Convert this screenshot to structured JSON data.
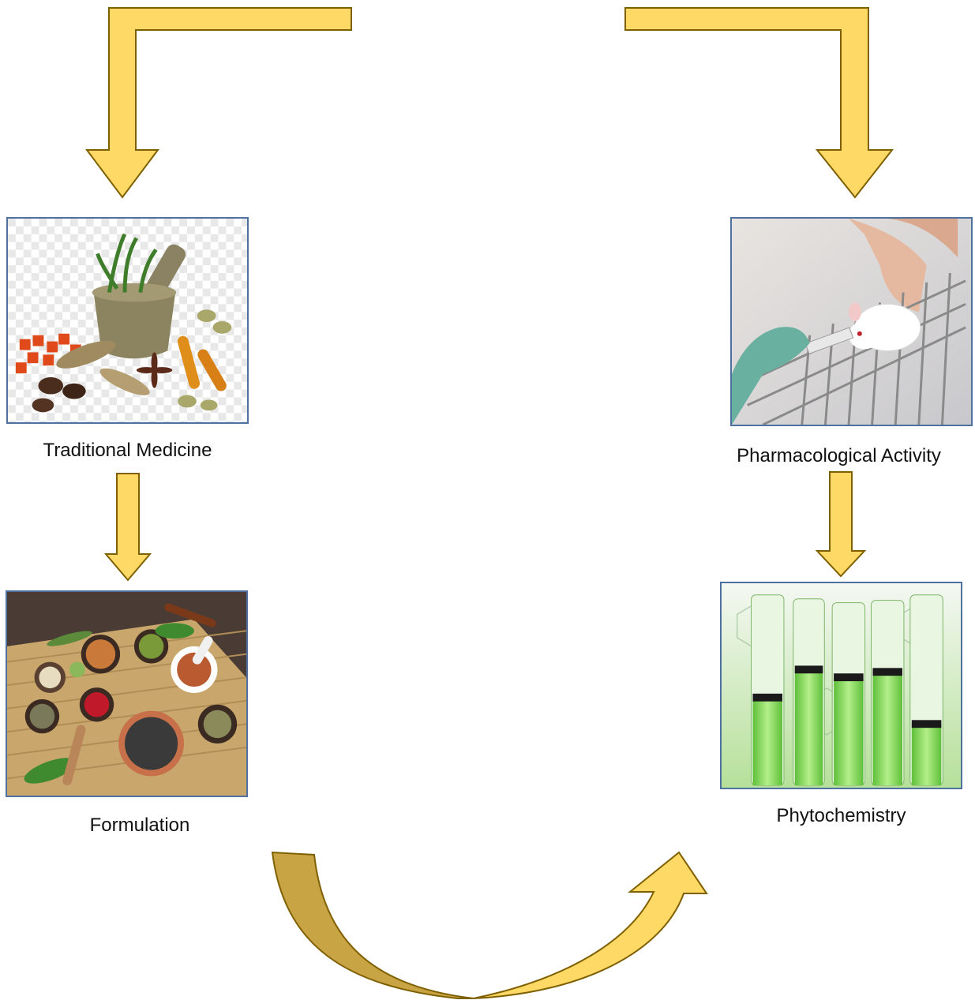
{
  "diagram": {
    "nodes": [
      {
        "id": "traditional",
        "label": "Traditional Medicine",
        "picture": "mortar-pestle-with-spices"
      },
      {
        "id": "formulation",
        "label": "Formulation",
        "picture": "herbs-spices-bowls-on-mat"
      },
      {
        "id": "pharmacology",
        "label": "Pharmacological Activity",
        "picture": "mouse-injection-on-cage"
      },
      {
        "id": "phytochemistry",
        "label": "Phytochemistry",
        "picture": "green-test-tubes"
      }
    ],
    "edges": [
      {
        "from": "top",
        "to": "traditional"
      },
      {
        "from": "top",
        "to": "pharmacology"
      },
      {
        "from": "traditional",
        "to": "formulation"
      },
      {
        "from": "pharmacology",
        "to": "phytochemistry"
      },
      {
        "from": "formulation",
        "to": "phytochemistry"
      }
    ],
    "colors": {
      "arrow_fill": "#ffd966",
      "arrow_stroke": "#7f6000",
      "curve_fill": "#c9a445",
      "border": "#4f71a0"
    }
  }
}
